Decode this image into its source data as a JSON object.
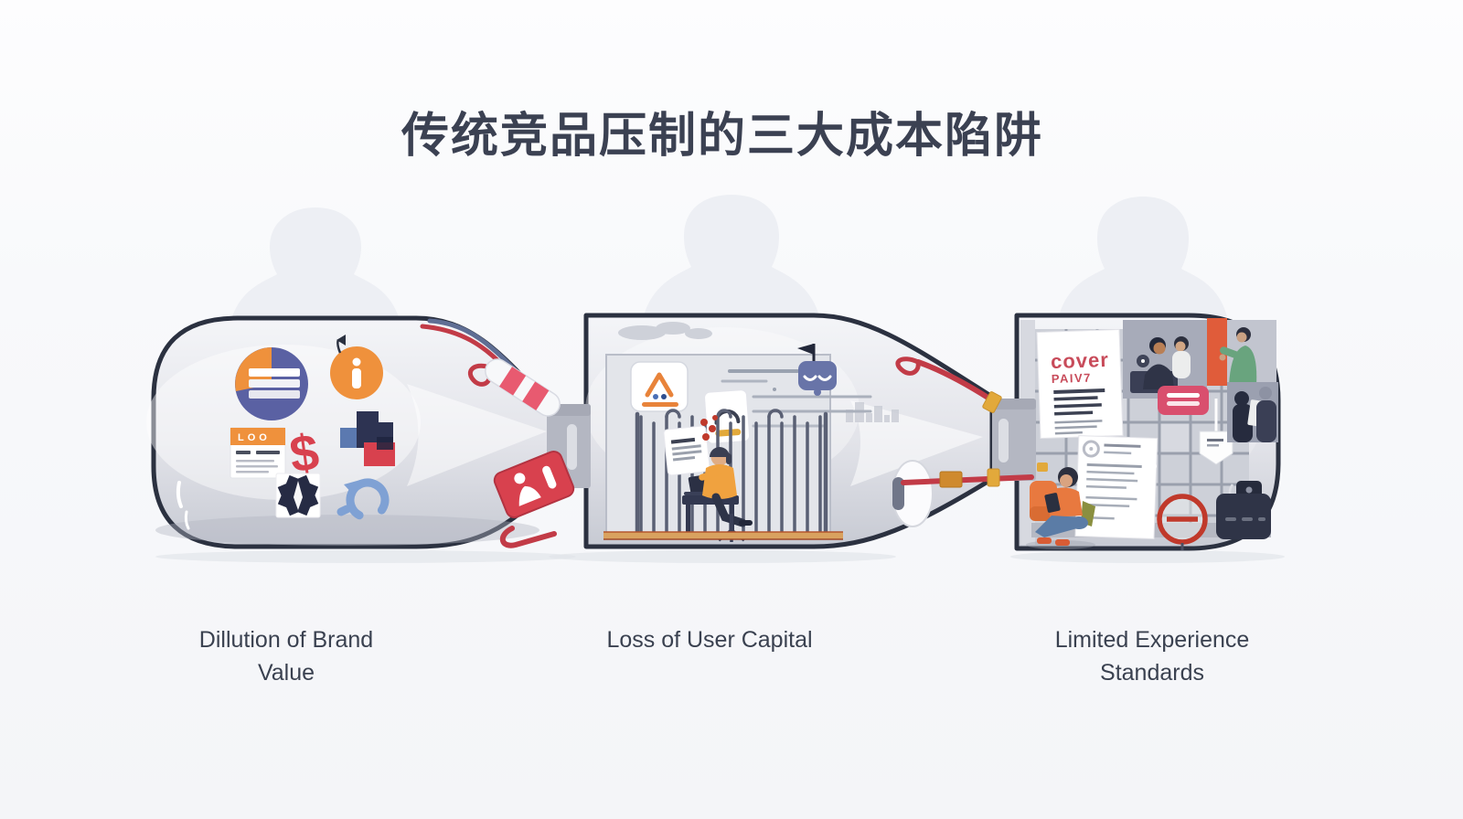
{
  "title": "传统竞品压制的三大成本陷阱",
  "panels": [
    {
      "id": "brand-value",
      "caption": "Dillution of Brand Value",
      "browser_header_text": "LOO",
      "info_glyph": "i",
      "dollar_glyph": "$",
      "icon_names": [
        "pie-chart-icon",
        "info-icon",
        "browser-window-icon",
        "dollar-icon",
        "puzzle-blocks-icon",
        "ink-burst-badge-icon",
        "undo-arrow-icon",
        "candy-stripe-stick",
        "red-exit-tag",
        "red-cord-hook"
      ]
    },
    {
      "id": "user-capital",
      "caption": "Loss of User Capital",
      "icon_names": [
        "ads-card-icon",
        "padlock-card-icon",
        "chat-bubble-icon",
        "flag-icon",
        "document-berries-icon",
        "cage-bars",
        "caged-worker-figure",
        "laptop-icon",
        "bottle-plug",
        "red-strap",
        "yellow-buckle"
      ]
    },
    {
      "id": "experience-standards",
      "caption": "Limited Experience Standards",
      "cover_doc_line1": "cover",
      "cover_doc_line2": "PAIV7",
      "icon_names": [
        "cover-document",
        "team-photo",
        "pair-photo",
        "message-box-icon",
        "tag-note-icon",
        "checklist-document",
        "no-entry-icon",
        "console-icon",
        "reading-person-figure",
        "orange-pillar"
      ]
    }
  ],
  "palette": {
    "outline": "#2b3140",
    "glass_gray": "#e2e3e9",
    "orange": "#ef913c",
    "red": "#d8414e",
    "strap_red": "#c23b47",
    "indigo": "#5a61a3",
    "steel_blue": "#7fa1d4",
    "bubble_blue": "#6874a8",
    "pink": "#d94f6e",
    "yellow": "#e2a93b",
    "floor_tan": "#d9a25f",
    "title_text": "#3b4152",
    "caption_text": "#3a4150"
  }
}
